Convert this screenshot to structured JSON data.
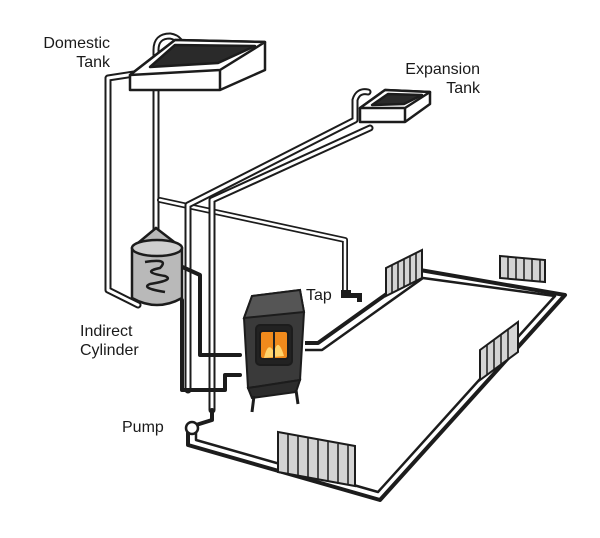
{
  "labels": {
    "domestic_tank": [
      "Domestic",
      "Tank"
    ],
    "expansion_tank": [
      "Expansion",
      "Tank"
    ],
    "tap": "Tap",
    "indirect_cylinder": [
      "Indirect",
      "Cylinder"
    ],
    "pump": "Pump"
  },
  "colors": {
    "pipe": "#1c1c1c",
    "tank_fill": "#ffffff",
    "cylinder_fill": "#b9b9b9",
    "stove_body": "#3a3a3a",
    "fire": "#f08a1c",
    "radiator_fill": "#d4d4d4"
  }
}
